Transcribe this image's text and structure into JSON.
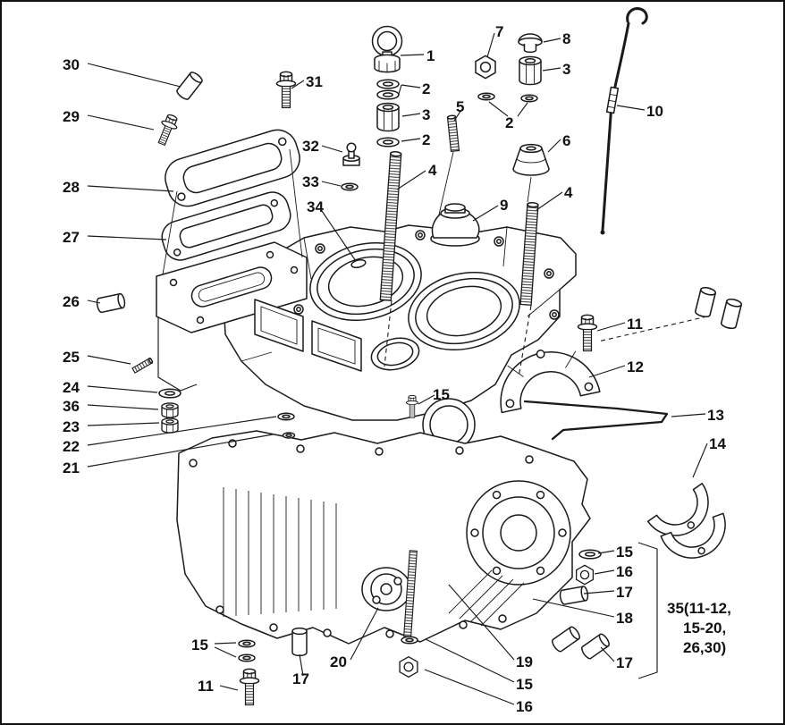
{
  "colors": {
    "ink": "#1a1a1a",
    "background": "#ffffff"
  },
  "callouts": {
    "c1": "1",
    "c2a": "2",
    "c2b": "2",
    "c2c": "2",
    "c3a": "3",
    "c3b": "3",
    "c4a": "4",
    "c4b": "4",
    "c5": "5",
    "c6": "6",
    "c7": "7",
    "c8": "8",
    "c9": "9",
    "c10": "10",
    "c11a": "11",
    "c11b": "11",
    "c12": "12",
    "c13": "13",
    "c14": "14",
    "c15a": "15",
    "c15b": "15",
    "c15c": "15",
    "c15d": "15",
    "c16a": "16",
    "c16b": "16",
    "c17a": "17",
    "c17b": "17",
    "c17c": "17",
    "c18": "18",
    "c19": "19",
    "c20": "20",
    "c21": "21",
    "c22": "22",
    "c23": "23",
    "c24": "24",
    "c25": "25",
    "c26": "26",
    "c27": "27",
    "c28": "28",
    "c29": "29",
    "c30": "30",
    "c31": "31",
    "c32": "32",
    "c33": "33",
    "c34": "34",
    "c36": "36"
  },
  "group35": {
    "line1": "35(11-12,",
    "line2": "15-20,",
    "line3": "26,30)"
  }
}
